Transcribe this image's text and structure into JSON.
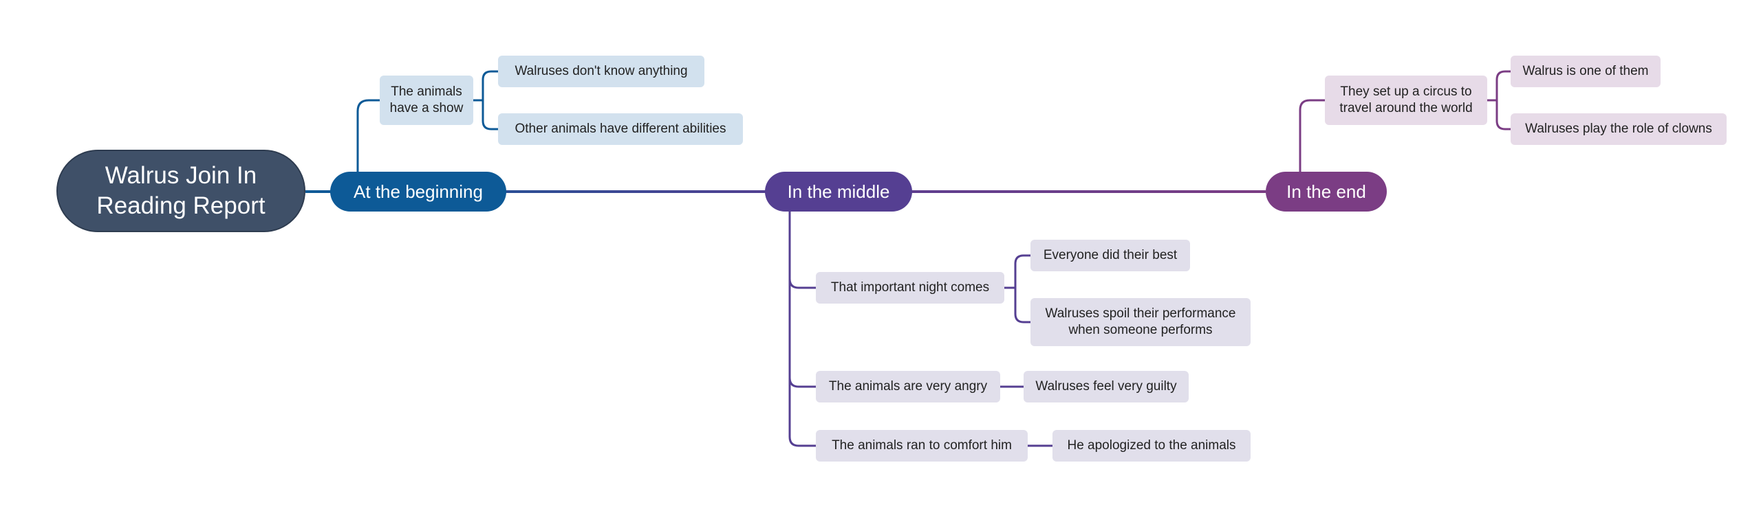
{
  "root": {
    "label": "Walrus Join In\nReading Report"
  },
  "branches": {
    "beginning": {
      "label": "At the beginning",
      "color": "#0d5a97",
      "child": {
        "label": "The animals\nhave a show",
        "children": [
          "Walruses don't know anything",
          "Other animals have different abilities"
        ]
      }
    },
    "middle": {
      "label": "In the middle",
      "color": "#553f92",
      "children": [
        {
          "label": "That important night comes",
          "children": [
            "Everyone did their best",
            "Walruses spoil their performance\nwhen someone performs"
          ]
        },
        {
          "label": "The animals are very angry",
          "children": [
            "Walruses feel very guilty"
          ]
        },
        {
          "label": "The animals ran to comfort him",
          "children": [
            "He apologized to the animals"
          ]
        }
      ]
    },
    "end": {
      "label": "In the end",
      "color": "#7b3d84",
      "child": {
        "label": "They set up a circus to\ntravel around the world",
        "children": [
          "Walrus is one of them",
          "Walruses play the role of clowns"
        ]
      }
    }
  }
}
